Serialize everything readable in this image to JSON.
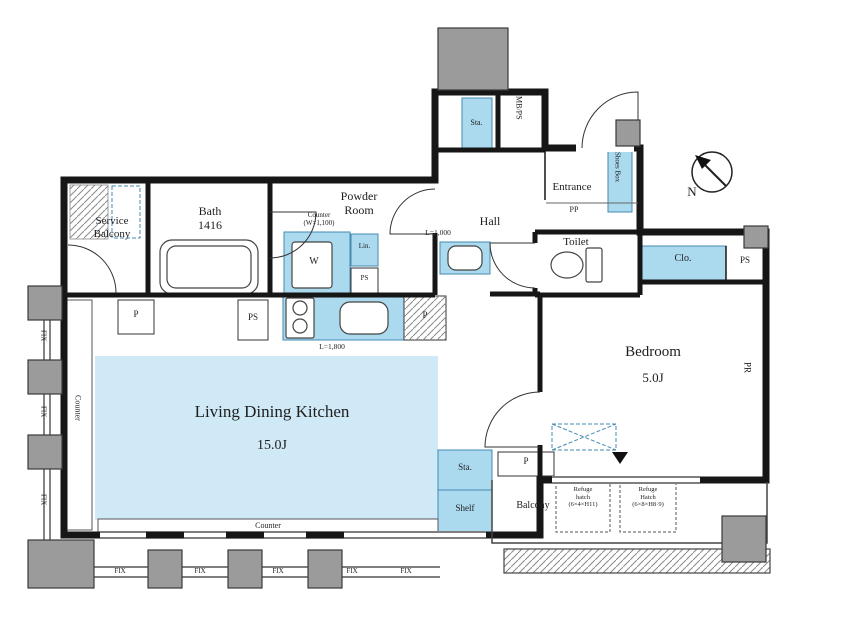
{
  "colors": {
    "floor_blue": "#cfe9f7",
    "fixture_blue": "#abdaef",
    "fixture_border": "#4489b0",
    "wall": "#161616",
    "column_gray": "#9b9b9b",
    "text": "#1e1e1e"
  },
  "labels": {
    "service_balcony": [
      "Service",
      "Balcony"
    ],
    "bath": "Bath",
    "bath_size": "1416",
    "counter_powder": [
      "Counter",
      "(W=1,100)"
    ],
    "powder_room": [
      "Powder",
      "Room"
    ],
    "lin": "Lin.",
    "ps": "PS",
    "p": "P",
    "fix": "FIX",
    "w": "W",
    "dim_l1000": "L=1,000",
    "dim_l1800": "L=1,800",
    "hall": "Hall",
    "entrance": "Entrance",
    "pp": "PP",
    "mbps": "MB/PS",
    "sta": "Sta.",
    "shoes_box": "Shoes Box",
    "toilet": "Toilet",
    "clo": "Clo.",
    "pr": "PR",
    "bedroom": "Bedroom",
    "bedroom_size": "5.0J",
    "ldk": "Living Dining Kitchen",
    "ldk_size": "15.0J",
    "shelf": "Shelf",
    "balcony": "Balcony",
    "refuge_hatch_1": [
      "Refuge",
      "hatch",
      "(6×4×H11)"
    ],
    "refuge_hatch_2": [
      "Refuge",
      "Hatch",
      "(6×8×H8·9)"
    ],
    "counter": "Counter",
    "north": "N"
  }
}
